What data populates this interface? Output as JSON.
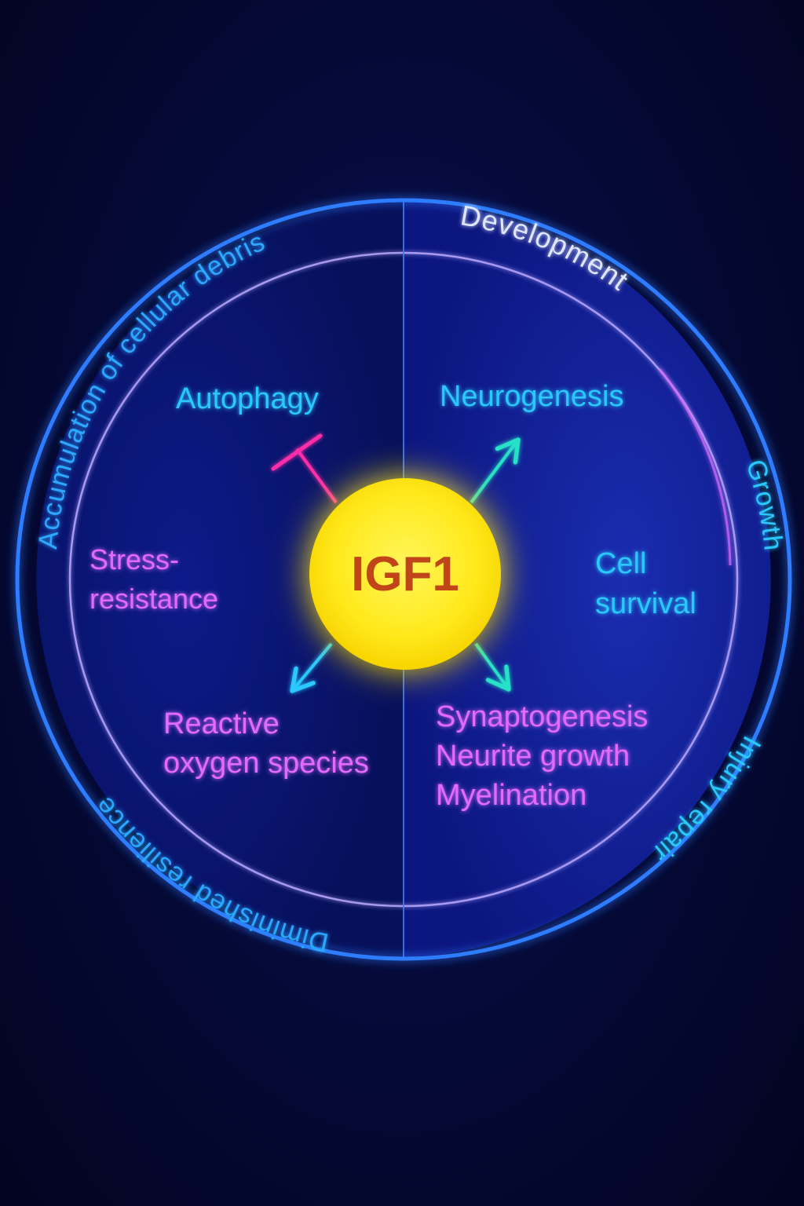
{
  "center": {
    "label": "IGF1"
  },
  "ring": {
    "top_left": "Accumulation of cellular debris",
    "top_right": "Development",
    "right": "Growth",
    "bottom_right": "Injury repair",
    "bottom_left": "Diminished resilience"
  },
  "nodes": {
    "autophagy": "Autophagy",
    "stress_1": "Stress-",
    "stress_2": "resistance",
    "ros_1": "Reactive",
    "ros_2": "oxygen species",
    "neurogenesis": "Neurogenesis",
    "cell_survival_1": "Cell",
    "cell_survival_2": "survival",
    "synapto": "Synaptogenesis",
    "neurite": "Neurite growth",
    "myelination": "Myelination"
  },
  "colors": {
    "ring": "#2f7bff",
    "cyan": "#1fd6ff",
    "teal": "#27e0c8",
    "magenta": "#ff2fa8",
    "violet": "#d56cff",
    "sun": "#ffee22",
    "igf_text": "#c0461a"
  }
}
